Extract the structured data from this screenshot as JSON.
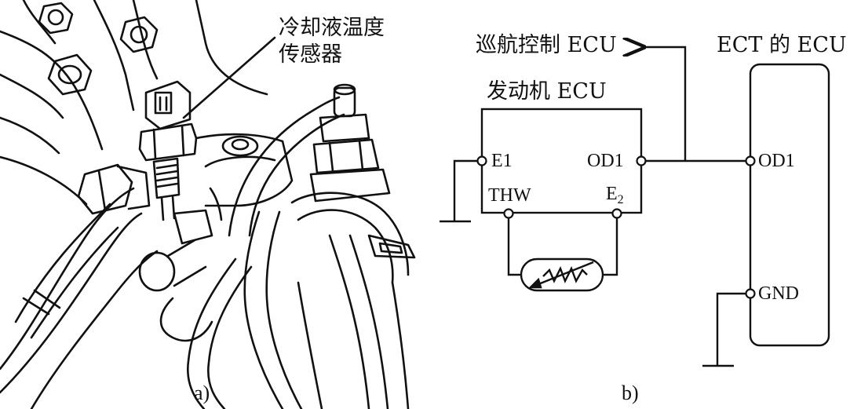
{
  "panel_a": {
    "sensor_label_line1": "冷却液温度",
    "sensor_label_line2": "传感器",
    "caption": "a)"
  },
  "panel_b": {
    "cruise_ecu_label": "巡航控制 ECU",
    "engine_ecu_label": "发动机 ECU",
    "ect_ecu_label": "ECT 的 ECU",
    "pins": {
      "e1": "E1",
      "od1_engine": "OD1",
      "thw": "THW",
      "e2_letter": "E",
      "e2_sub": "2",
      "od1_ect": "OD1",
      "gnd": "GND"
    },
    "caption": "b)"
  }
}
